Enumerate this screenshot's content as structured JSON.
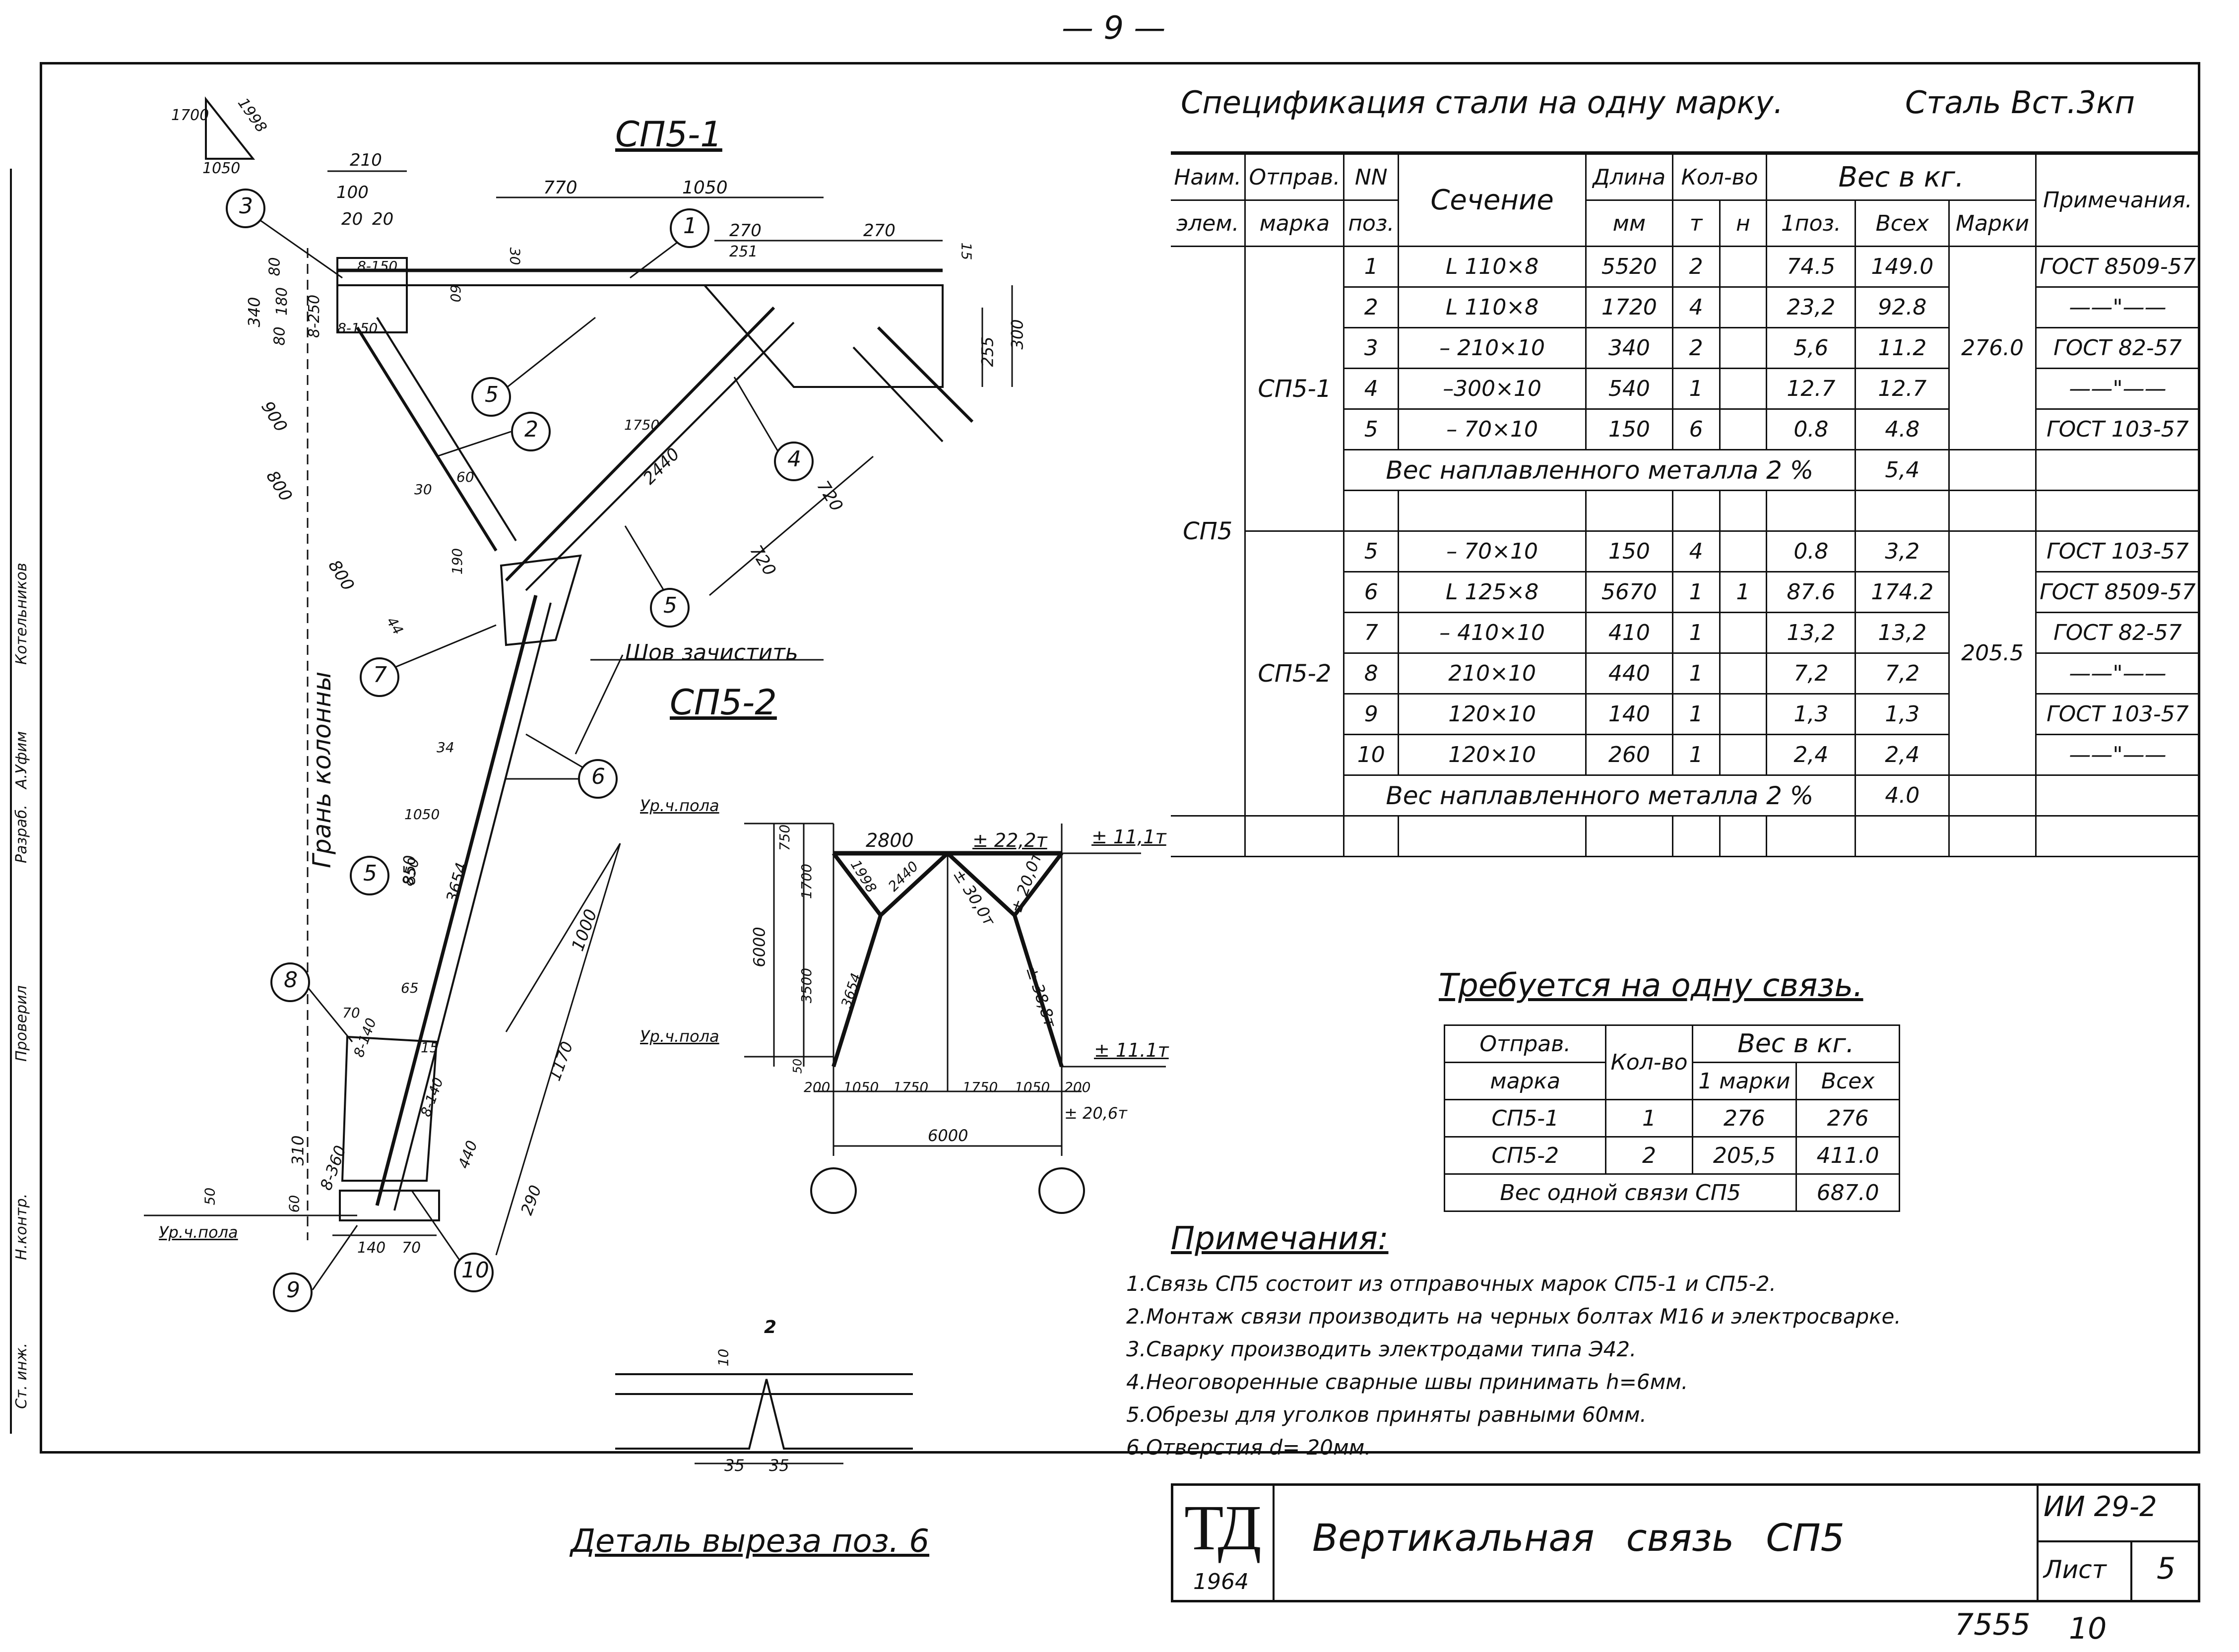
{
  "page_number": "— 9 —",
  "sheet_codes": {
    "corner": "7555",
    "sub": "10"
  },
  "spec": {
    "title": "Спецификация стали на одну марку.",
    "steel": "Сталь Вст.3кп",
    "headers": {
      "naim": [
        "Наим.",
        "элем."
      ],
      "otprav": [
        "Отправ.",
        "марка"
      ],
      "nn": [
        "NN",
        "поз."
      ],
      "sechenie": "Сечение",
      "dlina": [
        "Длина",
        "мм"
      ],
      "kolvo": "Кол-во",
      "t": "т",
      "n": "н",
      "ves": "Вес в кг.",
      "ves_1poz": "1поз.",
      "ves_vseh": "Всех",
      "ves_marki": "Марки",
      "primech": "Примечания."
    },
    "element": "СП5",
    "group1": {
      "mark": "СП5-1",
      "mark_weight": "276.0",
      "rows": [
        {
          "poz": "1",
          "sec": "L 110×8",
          "len": "5520",
          "t": "2",
          "n": "",
          "one": "74.5",
          "all": "149.0",
          "note": "ГОСТ 8509-57"
        },
        {
          "poz": "2",
          "sec": "L 110×8",
          "len": "1720",
          "t": "4",
          "n": "",
          "one": "23,2",
          "all": "92.8",
          "note": "——\"——"
        },
        {
          "poz": "3",
          "sec": "– 210×10",
          "len": "340",
          "t": "2",
          "n": "",
          "one": "5,6",
          "all": "11.2",
          "note": "ГОСТ 82-57"
        },
        {
          "poz": "4",
          "sec": "–300×10",
          "len": "540",
          "t": "1",
          "n": "",
          "one": "12.7",
          "all": "12.7",
          "note": "——\"——"
        },
        {
          "poz": "5",
          "sec": "– 70×10",
          "len": "150",
          "t": "6",
          "n": "",
          "one": "0.8",
          "all": "4.8",
          "note": "ГОСТ 103-57"
        }
      ],
      "weld_label": "Вес наплавленного металла 2 %",
      "weld_value": "5,4"
    },
    "group2": {
      "mark": "СП5-2",
      "mark_weight": "205.5",
      "rows": [
        {
          "poz": "5",
          "sec": "– 70×10",
          "len": "150",
          "t": "4",
          "n": "",
          "one": "0.8",
          "all": "3,2",
          "note": "ГОСТ 103-57"
        },
        {
          "poz": "6",
          "sec": "L 125×8",
          "len": "5670",
          "t": "1",
          "n": "1",
          "one": "87.6",
          "all": "174.2",
          "note": "ГОСТ 8509-57"
        },
        {
          "poz": "7",
          "sec": "– 410×10",
          "len": "410",
          "t": "1",
          "n": "",
          "one": "13,2",
          "all": "13,2",
          "note": "ГОСТ 82-57"
        },
        {
          "poz": "8",
          "sec": "210×10",
          "len": "440",
          "t": "1",
          "n": "",
          "one": "7,2",
          "all": "7,2",
          "note": "——\"——"
        },
        {
          "poz": "9",
          "sec": "120×10",
          "len": "140",
          "t": "1",
          "n": "",
          "one": "1,3",
          "all": "1,3",
          "note": "ГОСТ 103-57"
        },
        {
          "poz": "10",
          "sec": "120×10",
          "len": "260",
          "t": "1",
          "n": "",
          "one": "2,4",
          "all": "2,4",
          "note": "——\"——"
        }
      ],
      "weld_label": "Вес наплавленного металла 2 %",
      "weld_value": "4.0"
    }
  },
  "required": {
    "title": "Требуется на одну связь.",
    "headers": {
      "otprav": [
        "Отправ.",
        "марка"
      ],
      "kolvo": "Кол-во",
      "ves": "Вес в кг.",
      "one": "1 марки",
      "all": "Всех"
    },
    "rows": [
      {
        "mark": "СП5-1",
        "qty": "1",
        "one": "276",
        "all": "276"
      },
      {
        "mark": "СП5-2",
        "qty": "2",
        "one": "205,5",
        "all": "411.0"
      }
    ],
    "total_label": "Вес одной связи СП5",
    "total_value": "687.0"
  },
  "notes": {
    "title": "Примечания:",
    "items": [
      "1.Связь СП5 состоит из отправочных марок СП5-1 и СП5-2.",
      "2.Монтаж связи производить на черных болтах М16 и электросварке.",
      "3.Сварку производить электродами типа Э42.",
      "4.Неоговоренные сварные швы принимать h=6мм.",
      "5.Обрезы для уголков приняты равными 60мм.",
      "6.Отверстия d= 20мм."
    ]
  },
  "title_block": {
    "logo": "ТД",
    "year": "1964",
    "title": "Вертикальная связь СП5",
    "code": "ИИ 29-2",
    "sheet_label": "Лист",
    "sheet_no": "5"
  },
  "side_stamp": [
    "Ст. инж.",
    "Н.контр.",
    "Проверил",
    "Разраб.",
    "А.Уфим",
    "Котельников"
  ],
  "drawing": {
    "sp51_label": "СП5-1",
    "sp52_label": "СП5-2",
    "column_face": "Грань колонны",
    "weld_clean": "Шов зачистить",
    "floor_level": "Ур.ч.пола",
    "detail_title": "Деталь выреза поз. 6",
    "dims_top": [
      "210",
      "100",
      "20",
      "20",
      "770",
      "1050",
      "270",
      "270",
      "251"
    ],
    "dims_misc": [
      "80",
      "180",
      "80",
      "340",
      "8-250",
      "8-150",
      "8-150",
      "60",
      "30",
      "15",
      "255",
      "300",
      "1750",
      "2440",
      "900",
      "720",
      "720",
      "850",
      "800",
      "800",
      "30",
      "60",
      "44",
      "190",
      "34",
      "1050",
      "850",
      "3654",
      "1000",
      "65",
      "70",
      "15",
      "8-140",
      "8-140",
      "8-360",
      "310",
      "60",
      "50",
      "440",
      "290",
      "1170",
      "140",
      "70"
    ],
    "bubbles": [
      "1",
      "2",
      "3",
      "4",
      "5",
      "5",
      "5",
      "6",
      "7",
      "8",
      "9",
      "10"
    ],
    "slope": {
      "a": "1700",
      "b": "1050",
      "c": "1998"
    },
    "scheme": {
      "top": "2800",
      "force_top": "± 22,2т",
      "force_right": "± 11,1т",
      "force_bot": "± 11.1т",
      "force_diag1": "± 30,0т",
      "force_diag2": "± 20,0т",
      "force_leg": "± 38,8т",
      "force_support": "± 20,6т",
      "h1": "750",
      "h2": "1700",
      "h3": "3500",
      "h4": "50",
      "h_total": "6000",
      "diag1": "1998",
      "diag2": "2440",
      "leg": "3654",
      "bottom": [
        "200",
        "1050",
        "1750",
        "1750",
        "1050",
        "200"
      ],
      "span": "6000"
    },
    "detail": {
      "a": "2",
      "b": "10",
      "c": "35",
      "d": "35"
    }
  }
}
